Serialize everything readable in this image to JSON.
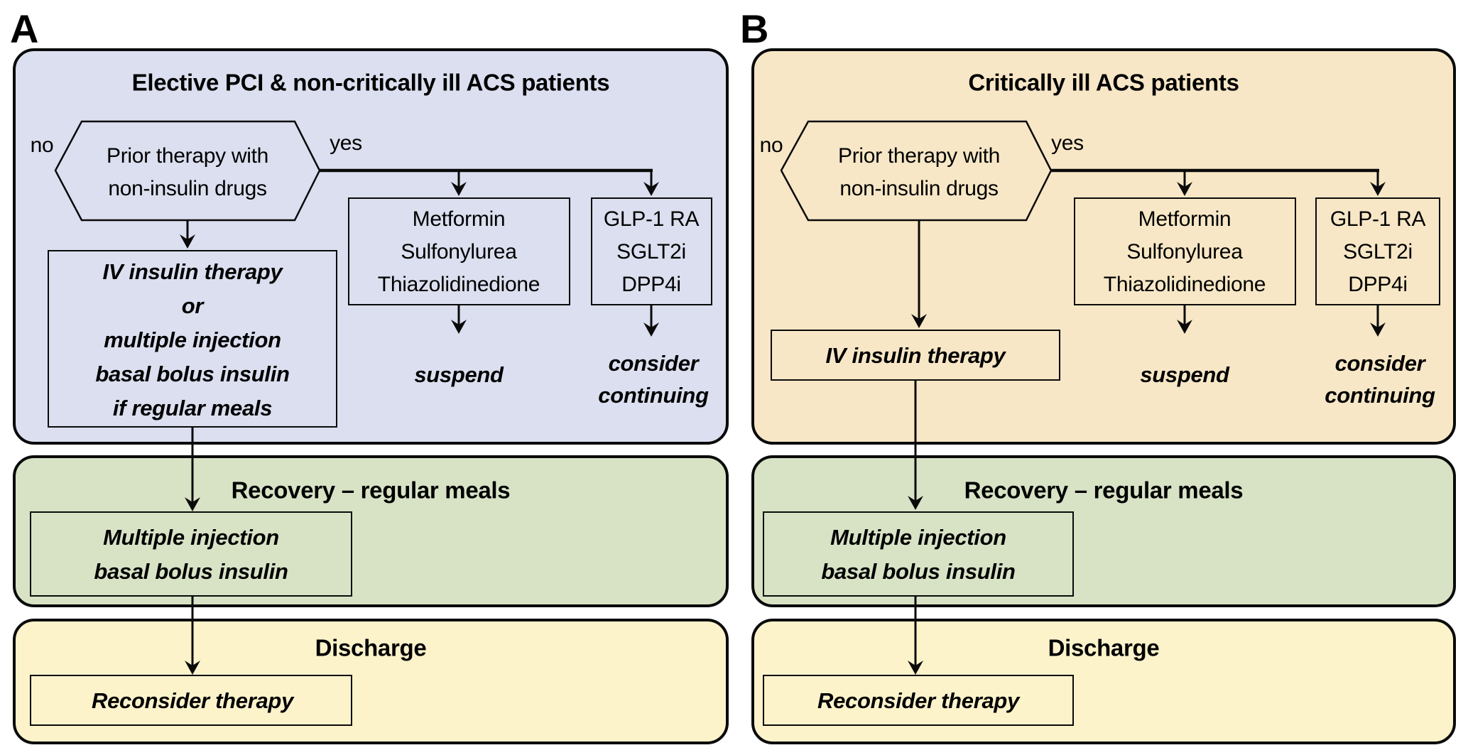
{
  "corner_labels": {
    "a": "A",
    "b": "B"
  },
  "colors": {
    "panel_a_bg": "#dbdfef",
    "panel_b_bg": "#f7e7c6",
    "recovery_bg": "#d8e3c6",
    "discharge_bg": "#fcf3cb",
    "line": "#0a0a0a"
  },
  "panel_a": {
    "title": "Elective PCI & non-critically ill ACS patients",
    "no_label": "no",
    "yes_label": "yes",
    "decision": [
      "Prior therapy with",
      "non-insulin drugs"
    ],
    "oral_agents": [
      "Metformin",
      "Sulfonylurea",
      "Thiazolidinedione"
    ],
    "incretin_agents": [
      "GLP-1 RA",
      "SGLT2i",
      "DPP4i"
    ],
    "suspend_label": "suspend",
    "consider_label": [
      "consider",
      "continuing"
    ],
    "insulin_action": [
      "IV insulin therapy",
      "or",
      "multiple injection",
      "basal bolus insulin",
      "if regular meals"
    ]
  },
  "panel_b": {
    "title": "Critically ill ACS patients",
    "no_label": "no",
    "yes_label": "yes",
    "decision": [
      "Prior therapy with",
      "non-insulin drugs"
    ],
    "oral_agents": [
      "Metformin",
      "Sulfonylurea",
      "Thiazolidinedione"
    ],
    "incretin_agents": [
      "GLP-1 RA",
      "SGLT2i",
      "DPP4i"
    ],
    "suspend_label": "suspend",
    "consider_label": [
      "consider",
      "continuing"
    ],
    "insulin_action": "IV insulin therapy"
  },
  "recovery_a": {
    "title": "Recovery – regular meals",
    "box": [
      "Multiple injection",
      "basal bolus insulin"
    ]
  },
  "recovery_b": {
    "title": "Recovery – regular meals",
    "box": [
      "Multiple injection",
      "basal bolus insulin"
    ]
  },
  "discharge_a": {
    "title": "Discharge",
    "box": "Reconsider therapy"
  },
  "discharge_b": {
    "title": "Discharge",
    "box": "Reconsider therapy"
  }
}
